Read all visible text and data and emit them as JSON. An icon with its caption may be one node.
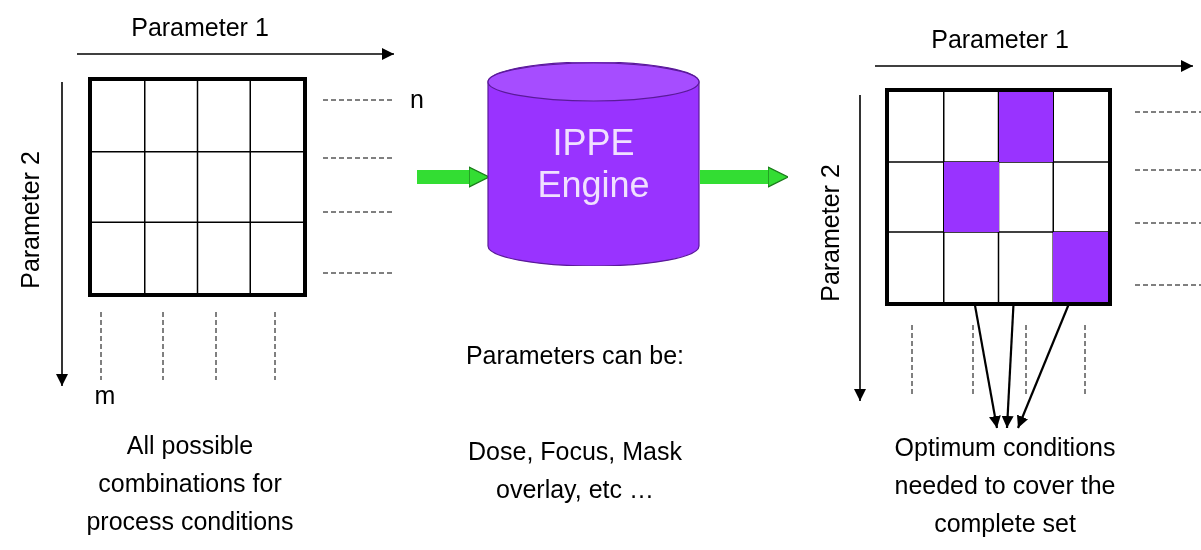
{
  "diagram": {
    "nodes": [
      {
        "text": [],
        "shape": "box"
      },
      {
        "text": [
          "IPPE Engine"
        ]
      },
      {
        "text": [],
        "shape": "box"
      },
      {
        "text": [],
        "shape": "box",
        "in": 2
      },
      {
        "text": [],
        "shape": "box",
        "in": 2
      },
      {
        "text": [],
        "shape": "box",
        "in": 2
      },
      {
        "text": [
          "Optimum conditions needed to cover the complete set"
        ]
      }
    ],
    "edges": [
      {
        "from": null,
        "to": 1,
        "arrow": "to",
        "style": "thick",
        "color": "#33dd33"
      },
      {
        "from": 1,
        "to": null,
        "arrow": "to",
        "style": "thick",
        "color": "#33dd33"
      },
      {
        "from": 3,
        "to": 6,
        "arrow": "to"
      },
      {
        "from": 4,
        "to": 6,
        "arrow": "to"
      },
      {
        "from": 5,
        "to": 6,
        "arrow": "to"
      }
    ],
    "labels": [
      "Parameter 1",
      "n",
      "Parameter 2",
      "m",
      "All possible combinations for process conditions",
      "Parameter 1",
      "Parameter 2",
      "Parameters can be:",
      "Dose, Focus, Mask overlay, etc …"
    ]
  }
}
